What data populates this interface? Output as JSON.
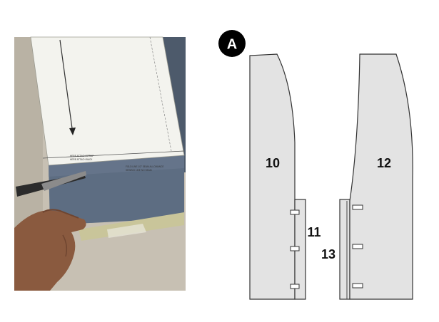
{
  "photo": {
    "pattern_notes": [
      "HERE ATTACH STRAP",
      "HERE ATTACH BACK",
      "FOLD LINE 1/2\" SEAM ALLOWANCE",
      "SEWING LINE NO SEAM"
    ]
  },
  "diagram": {
    "badge": "A",
    "labels": {
      "piece_10": "10",
      "piece_11": "11",
      "piece_12": "12",
      "piece_13": "13"
    },
    "colors": {
      "piece_fill": "#e3e3e3",
      "outline": "#333333",
      "badge": "#000000"
    }
  }
}
